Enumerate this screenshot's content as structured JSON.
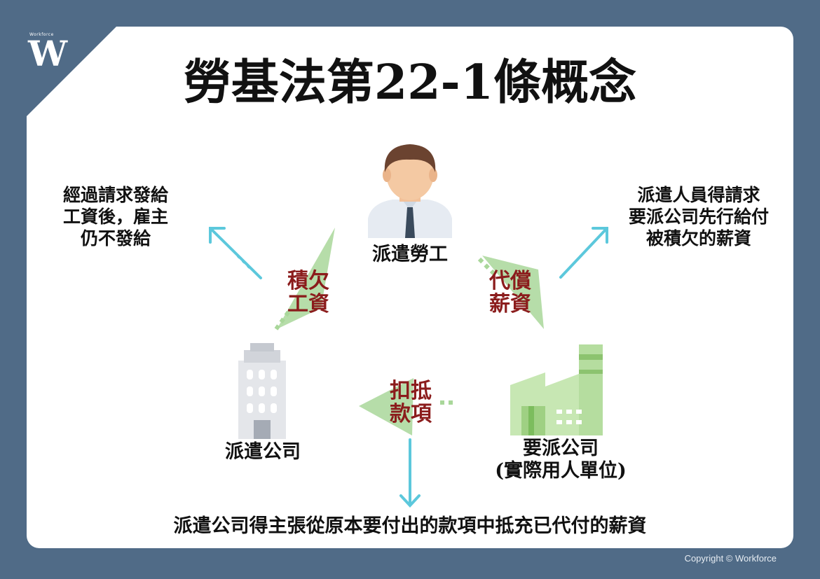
{
  "brand": {
    "name_small": "Workforce",
    "letter": "W"
  },
  "title": "勞基法第22-1條概念",
  "nodes": {
    "worker": "派遣勞工",
    "agency": "派遣公司",
    "client_line1": "要派公司",
    "client_line2": "(實際用人單位)"
  },
  "notes": {
    "left": [
      "經過請求發給",
      "工資後，雇主",
      "仍不發給"
    ],
    "right": [
      "派遣人員得請求",
      "要派公司先行給付",
      "被積欠的薪資"
    ],
    "bottom": "派遣公司得主張從原本要付出的款項中抵充已代付的薪資"
  },
  "relations": {
    "owed_wages": [
      "積欠",
      "工資"
    ],
    "pay_on_behalf": [
      "代償",
      "薪資"
    ],
    "deduct_payment": [
      "扣抵",
      "款項"
    ]
  },
  "copyright": "Copyright © Workforce",
  "colors": {
    "background": "#506b87",
    "arrow_blue": "#5cc8dc",
    "triangle_green": "#a9d79a",
    "relation_text": "#8b1c1c"
  }
}
